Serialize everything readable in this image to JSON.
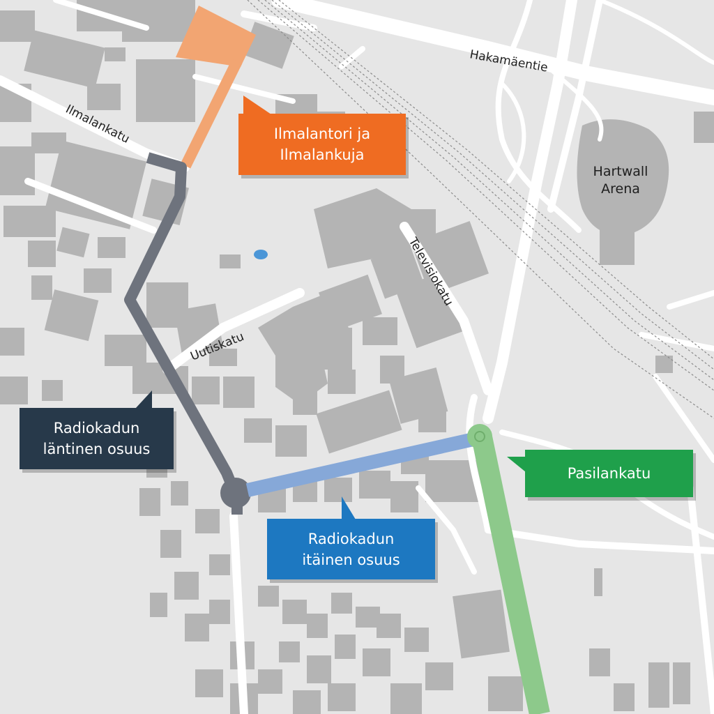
{
  "streets": {
    "hakamaentie": "Hakamäentie",
    "ilmalankatu": "Ilmalankatu",
    "uutiskatu": "Uutiskatu",
    "televisiokatu": "Televisiokatu"
  },
  "venue": {
    "line1": "Hartwall",
    "line2": "Arena"
  },
  "callouts": {
    "ilmalantori": {
      "line1": "Ilmalantori ja",
      "line2": "Ilmalankuja",
      "color": "#ef6c22"
    },
    "radio_west": {
      "line1": "Radiokadun",
      "line2": "läntinen osuus",
      "color": "#27394a"
    },
    "radio_east": {
      "line1": "Radiokadun",
      "line2": "itäinen osuus",
      "color": "#1d78c1"
    },
    "pasilankatu": {
      "label": "Pasilankatu",
      "color": "#1fa04b"
    }
  },
  "routes": {
    "ilmalantori_color": "#f2a572",
    "radio_west_color": "#6e737d",
    "radio_east_color": "#86a8d8",
    "pasilankatu_color": "#8dc98b"
  },
  "map_colors": {
    "background": "#e6e6e6",
    "building": "#b4b4b4",
    "road": "#ffffff",
    "water": "#4b96d7"
  }
}
